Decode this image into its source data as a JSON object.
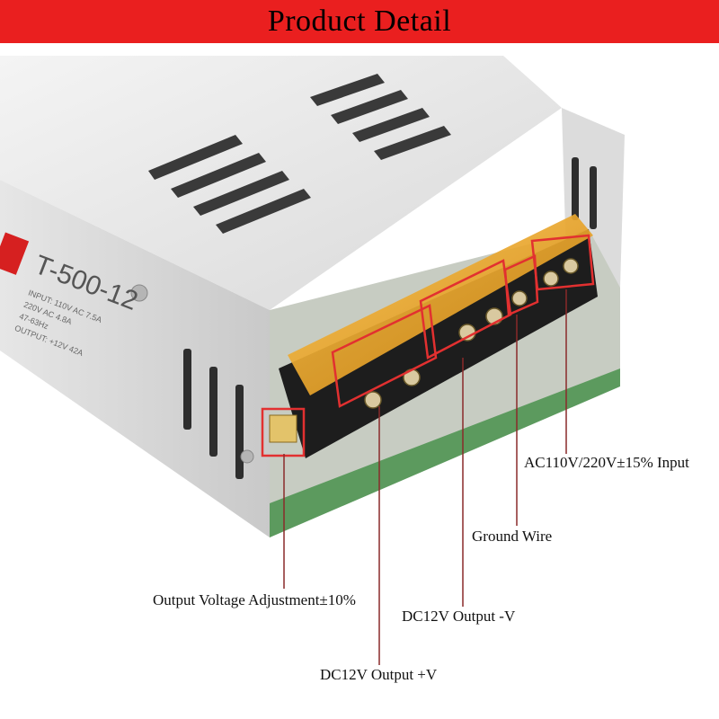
{
  "header": {
    "title": "Product Detail"
  },
  "product": {
    "model": "T-500-12",
    "specs": [
      "INPUT: 110V AC  7.5A",
      "220V AC  4.8A",
      "47-63Hz",
      "OUTPUT: +12V  42A"
    ]
  },
  "callouts": {
    "ac_input": "AC110V/220V±15% Input",
    "ground_wire": "Ground Wire",
    "dc_output_neg": "DC12V Output -V",
    "voltage_adjust": "Output Voltage Adjustment±10%",
    "dc_output_pos": "DC12V Output +V"
  },
  "colors": {
    "banner": "#ea1f1f",
    "highlight": "#e23030",
    "terminal_cover": "#f2a81a"
  }
}
